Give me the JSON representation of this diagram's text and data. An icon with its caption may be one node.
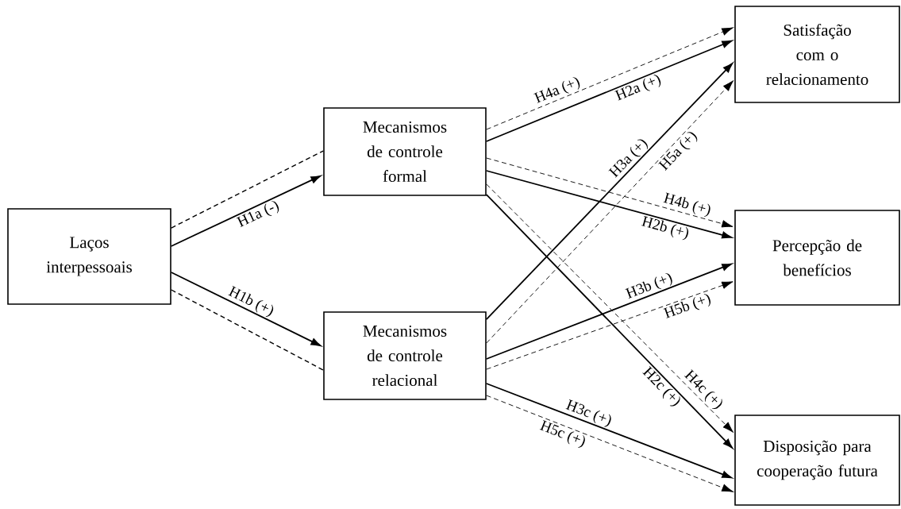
{
  "diagram": {
    "nodes": [
      {
        "text": [
          "Laços interpessoais"
        ]
      },
      {
        "text": [
          "Mecanismos de controle formal"
        ]
      },
      {
        "text": [
          "Mecanismos de controle relacional"
        ]
      },
      {
        "text": [
          "Satisfação com o relacionamento"
        ]
      },
      {
        "text": [
          "Percepção de benefícios"
        ]
      },
      {
        "text": [
          "Disposição para cooperação futura"
        ]
      }
    ],
    "edges": [
      {
        "from": 0,
        "to": 1,
        "arrow": "none",
        "style": "dashed"
      },
      {
        "from": 0,
        "to": 1,
        "arrow": "to",
        "label": "H1a (-)"
      },
      {
        "from": 0,
        "to": 2,
        "arrow": "to",
        "label": "H1b (+)"
      },
      {
        "from": 0,
        "to": 2,
        "arrow": "none",
        "style": "dashed"
      },
      {
        "from": 1,
        "to": 3,
        "arrow": "to",
        "style": "dashed",
        "label": "H4a (+)"
      },
      {
        "from": 1,
        "to": 3,
        "arrow": "to",
        "label": "H2a (+)"
      },
      {
        "from": 1,
        "to": 4,
        "arrow": "to",
        "style": "dashed",
        "label": "H4b (+)"
      },
      {
        "from": 1,
        "to": 4,
        "arrow": "to",
        "label": "H2b (+)"
      },
      {
        "from": 1,
        "to": 5,
        "arrow": "to",
        "style": "dashed",
        "label": "H4c (+)"
      },
      {
        "from": 1,
        "to": 5,
        "arrow": "to",
        "label": "H2c (+)"
      },
      {
        "from": 2,
        "to": 3,
        "arrow": "to",
        "label": "H3a (+)"
      },
      {
        "from": 2,
        "to": 3,
        "arrow": "to",
        "style": "dashed",
        "label": "H5a (+)"
      },
      {
        "from": 2,
        "to": 4,
        "arrow": "to",
        "label": "H3b (+)"
      },
      {
        "from": 2,
        "to": 4,
        "arrow": "to",
        "style": "dashed",
        "label": "H5b (+)"
      },
      {
        "from": 2,
        "to": 5,
        "arrow": "to",
        "label": "H3c (+)"
      },
      {
        "from": 2,
        "to": 5,
        "arrow": "to",
        "style": "dashed",
        "label": "H5c (+)"
      }
    ]
  }
}
